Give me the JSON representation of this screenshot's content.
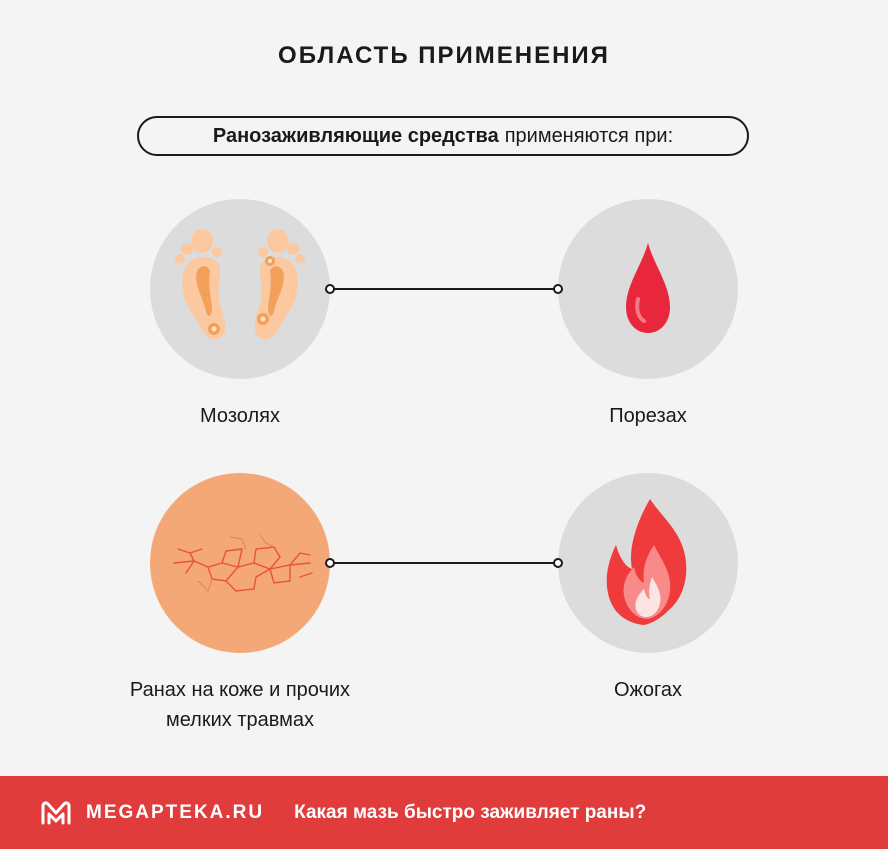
{
  "title": "ОБЛАСТЬ ПРИМЕНЕНИЯ",
  "subtitle": {
    "bold": "Ранозаживляющие средства",
    "rest": "применяются при:"
  },
  "items": [
    {
      "label": "Мозолях",
      "icon": "feet-calluses-icon"
    },
    {
      "label": "Порезах",
      "icon": "blood-drop-icon"
    },
    {
      "label_line1": "Ранах на коже и прочих",
      "label_line2": "мелких травмах",
      "icon": "cracked-skin-icon"
    },
    {
      "label": "Ожогах",
      "icon": "flame-icon"
    }
  ],
  "footer": {
    "brand": "MEGAPTEKA.RU",
    "text": "Какая мазь быстро заживляет раны?"
  },
  "colors": {
    "background": "#f4f4f4",
    "accent_red": "#e03c3c",
    "circle_gray": "#dcdcdc",
    "skin": "#f5a877"
  }
}
